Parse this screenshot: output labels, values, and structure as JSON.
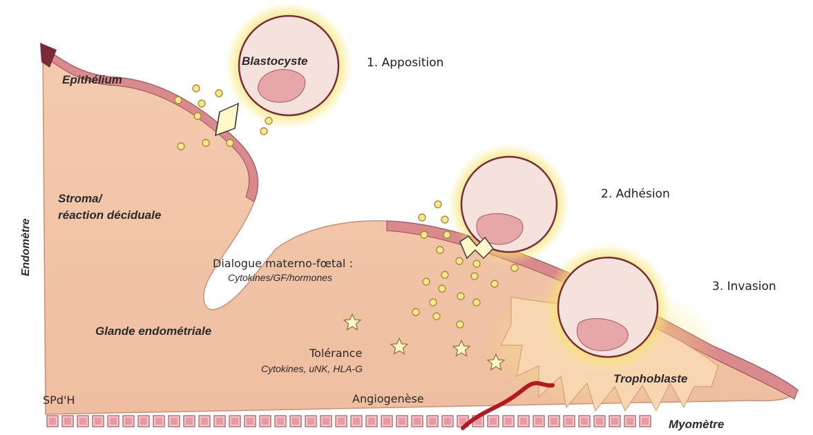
{
  "labels": {
    "blastocyste": "Blastocyste",
    "epithelium": "Epithélium",
    "stroma_line1": "Stroma/",
    "stroma_line2": "réaction déciduale",
    "endometre": "Endomètre",
    "glande": "Glande endométriale",
    "dialogue_title": "Dialogue materno-fœtal :",
    "dialogue_sub": "Cytokines/GF/hormones",
    "tolerance_title": "Tolérance",
    "tolerance_sub": "Cytokines, uNK, HLA-G",
    "angiogenese": "Angiogenèse",
    "trophoblaste": "Trophoblaste",
    "myometre": "Myomètre",
    "signature": "SPd'H"
  },
  "steps": [
    {
      "label": "1. Apposition"
    },
    {
      "label": "2. Adhésion"
    },
    {
      "label": "3. Invasion"
    }
  ],
  "colors": {
    "tissue": "#f2c4a8",
    "epithelium": "#d98a8c",
    "cell_fill": "#f6e2dd",
    "cell_stroke": "#7a2a38",
    "inner_mass": "#e7a6a8",
    "glow": "#f3e25a",
    "dot": "#e9d46a",
    "vessel": "#b3191f",
    "myometrium": "#e6a0a8"
  },
  "icons": [
    "star-icon",
    "signal-dot-icon",
    "adhesion-bond-icon"
  ]
}
